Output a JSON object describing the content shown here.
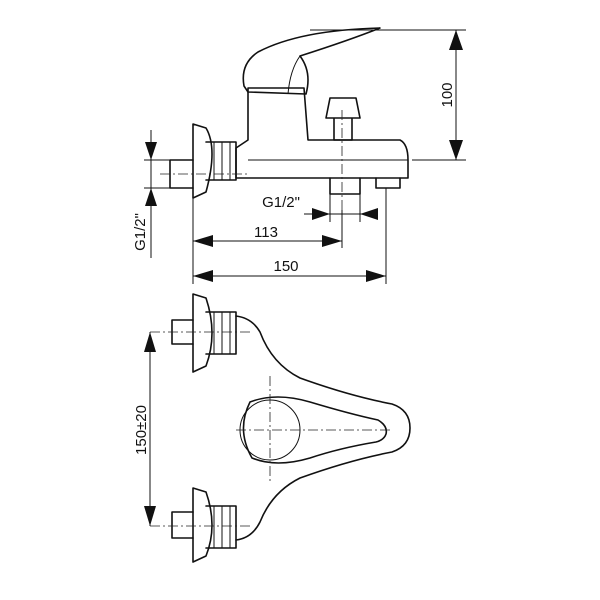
{
  "dimensions": {
    "height_100": "100",
    "thread_left": "G1/2\"",
    "thread_outlet": "G1/2\"",
    "dist_113": "113",
    "dist_150": "150",
    "spacing": "150±20"
  },
  "colors": {
    "line": "#111111",
    "background": "#ffffff"
  }
}
